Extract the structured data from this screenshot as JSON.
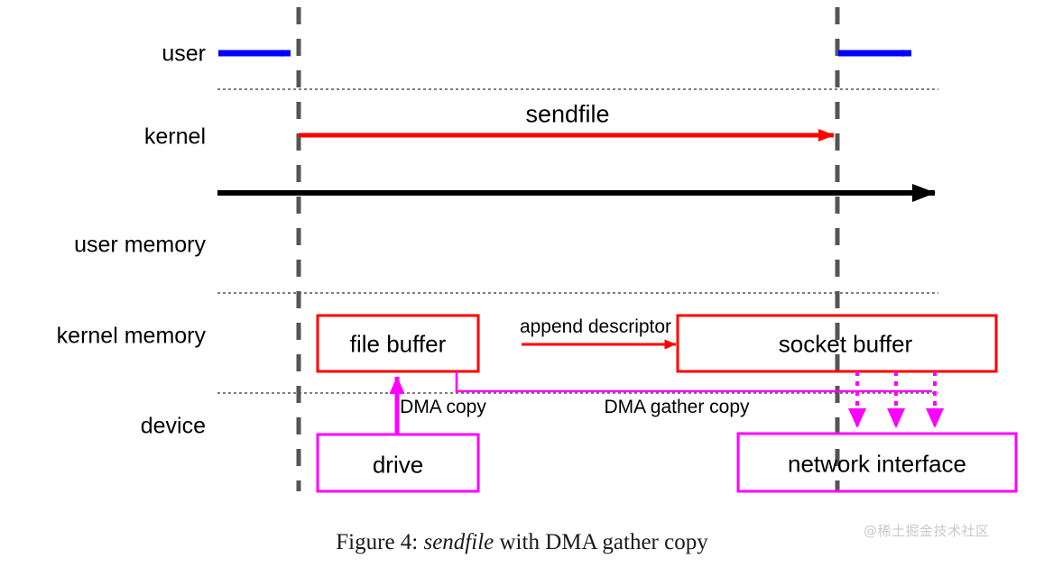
{
  "figure": {
    "caption_prefix": "Figure 4: ",
    "caption_emphasis": "sendfile",
    "caption_suffix": " with DMA gather copy",
    "watermark": "@稀土掘金技术社区"
  },
  "lanes": [
    {
      "id": "user",
      "label": "user"
    },
    {
      "id": "kernel",
      "label": "kernel"
    },
    {
      "id": "user-memory",
      "label": "user memory"
    },
    {
      "id": "kernel-memory",
      "label": "kernel memory"
    },
    {
      "id": "device",
      "label": "device"
    }
  ],
  "boxes": [
    {
      "id": "file-buffer",
      "label": "file buffer",
      "color": "#ff0000"
    },
    {
      "id": "socket-buffer",
      "label": "socket buffer",
      "color": "#ff0000"
    },
    {
      "id": "drive",
      "label": "drive",
      "color": "#ff00ff"
    },
    {
      "id": "network-interface",
      "label": "network interface",
      "color": "#ff00ff"
    }
  ],
  "edges": [
    {
      "id": "sendfile",
      "label": "sendfile",
      "color": "#ff0000"
    },
    {
      "id": "append-descriptor",
      "label": "append descriptor",
      "color": "#ff0000"
    },
    {
      "id": "dma-copy",
      "label": "DMA copy",
      "color": "#ff00ff"
    },
    {
      "id": "dma-gather-copy",
      "label": "DMA gather copy",
      "color": "#ff00ff"
    }
  ],
  "colors": {
    "user_transition": "#0000ff",
    "kernel_call": "#ff0000",
    "dma": "#ff00ff",
    "timeline": "#000000",
    "separator": "#555555",
    "context_switch": "#555555"
  }
}
